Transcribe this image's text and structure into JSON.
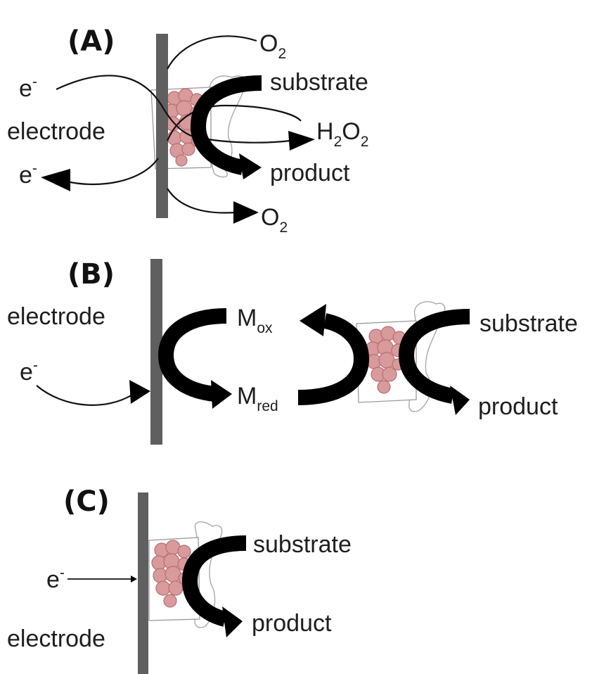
{
  "figure": {
    "panels": [
      {
        "id": "A",
        "title": "(A)",
        "labels": {
          "e_in": "e",
          "e_out": "e",
          "electron_charge": "-",
          "electrode": "electrode",
          "o2_top_main": "O",
          "o2_top_sub": "2",
          "substrate": "substrate",
          "h2o2_h": "H",
          "h2o2_sub1": "2",
          "h2o2_o": "O",
          "h2o2_sub2": "2",
          "product": "product",
          "o2_bottom_main": "O",
          "o2_bottom_sub": "2"
        }
      },
      {
        "id": "B",
        "title": "(B)",
        "labels": {
          "electrode": "electrode",
          "e_in": "e",
          "electron_charge": "-",
          "m_ox_main": "M",
          "m_ox_sub": "ox",
          "m_red_main": "M",
          "m_red_sub": "red",
          "substrate": "substrate",
          "product": "product"
        }
      },
      {
        "id": "C",
        "title": "(C)",
        "labels": {
          "e_in": "e",
          "electron_charge": "-",
          "electrode": "electrode",
          "substrate": "substrate",
          "product": "product"
        }
      }
    ],
    "colors": {
      "electrode": "#5f5f5f",
      "enzyme": "#d89a9a",
      "arrow": "#000000",
      "text": "#1e1e1e"
    }
  }
}
